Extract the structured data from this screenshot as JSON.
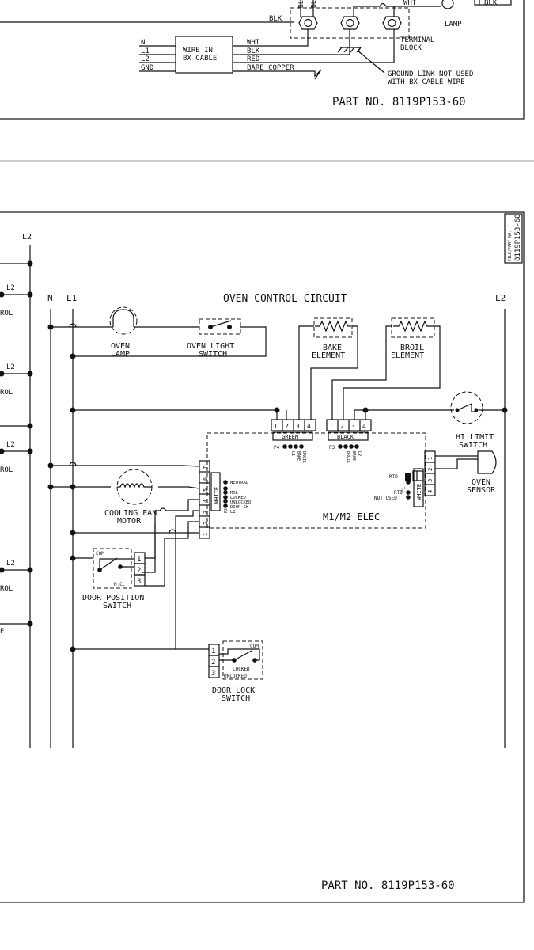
{
  "top": {
    "lines": [
      {
        "label": "N",
        "wire": "WHT"
      },
      {
        "label": "L1",
        "wire": "BLK"
      },
      {
        "label": "L2",
        "wire": "RED"
      },
      {
        "label": "GND",
        "wire": "BARE COPPER"
      }
    ],
    "wire_box": "WIRE IN\nBX CABLE",
    "blk_top": "BLK",
    "bl_a": "BL",
    "bl_b": "BL",
    "wht": "WHT",
    "blk_right": "BLK",
    "lamp": "LAMP",
    "terminal_block": "TERMINAL\nBLOCK",
    "ground_note": "GROUND LINK NOT USED\nWITH BX CABLE WIRE",
    "part_no": "PART NO. 8119P153-60"
  },
  "bottom": {
    "side_file": "FILE/PART NO.",
    "side_part": "8119P153-60",
    "title": "OVEN CONTROL CIRCUIT",
    "n": "N",
    "l1": "L1",
    "l2_left": "L2",
    "l2_right": "L2",
    "left_l2_labels": [
      "L2",
      "L2",
      "L2",
      "L2"
    ],
    "left_rol_labels": [
      "ROL",
      "ROL",
      "ROL",
      "ROL"
    ],
    "left_e": "E",
    "oven_lamp": "OVEN\nLAMP",
    "oven_light_switch": "OVEN LIGHT\nSWITCH",
    "bake_element": "BAKE\nELEMENT",
    "broil_element": "BROIL\nELEMENT",
    "hi_limit_switch": "HI LIMIT\nSWITCH",
    "p4": {
      "label": "P4",
      "color": "GREEN",
      "pins": [
        "1",
        "2",
        "3",
        "4"
      ],
      "signals": [
        "BROIL",
        "BAKE",
        "L1"
      ]
    },
    "p3": {
      "label": "P3",
      "color": "BLACK",
      "pins": [
        "1",
        "2",
        "3",
        "4"
      ],
      "signals": [
        "L2",
        "BAKE",
        "BROIL"
      ]
    },
    "p2": {
      "label": "P2",
      "color": "WHITE",
      "pins": [
        "1",
        "2",
        "3",
        "4",
        "5",
        "6",
        "7"
      ],
      "signals": [
        "NEUTRAL",
        "MDL",
        "LOCKED",
        "UNLOCKED",
        "DOOR SW",
        "L1"
      ]
    },
    "p1": {
      "label": "P1",
      "color": "WHITE",
      "pins": [
        "1",
        "2",
        "3",
        "4"
      ],
      "rtd": "RTD",
      "rtd2": "RTD",
      "not_used": "NOT USED"
    },
    "cooling_fan_motor": "COOLING FAN\nMOTOR",
    "m1m2": "M1/M2 ELEC",
    "oven_sensor": "OVEN\nSENSOR",
    "door_position": {
      "com": "COM",
      "nc": "N.C.",
      "pins": [
        "1",
        "2",
        "3"
      ],
      "label": "DOOR POSITION\nSWITCH"
    },
    "door_lock": {
      "com": "COM",
      "locked": "LOCKED",
      "unlocked": "UNLOCKED",
      "pins": [
        "1",
        "2",
        "3"
      ],
      "label": "DOOR LOCK\nSWITCH"
    },
    "part_no": "PART NO. 8119P153-60"
  }
}
